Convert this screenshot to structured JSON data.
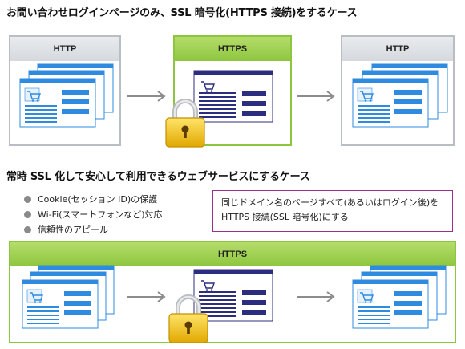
{
  "section1": {
    "heading": "お問い合わせログインページのみ、SSL 暗号化(HTTPS 接続)をするケース",
    "panels": [
      {
        "label": "HTTP",
        "style": "gray"
      },
      {
        "label": "HTTPS",
        "style": "green"
      },
      {
        "label": "HTTP",
        "style": "gray"
      }
    ]
  },
  "section2": {
    "heading": "常時 SSL 化して安心して利用できるウェブサービスにするケース",
    "bullets": [
      "Cookie(セッション ID)の保護",
      "Wi-Fi(スマートフォンなど)対応",
      "信頼性のアピール"
    ],
    "note": {
      "line1": "同じドメイン名のページすべて(あるいはログイン後)を",
      "line2": "HTTPS 接続(SSL 暗号化)にする"
    },
    "panel": {
      "label": "HTTPS",
      "style": "green"
    }
  },
  "icons": [
    "browser-window-icon",
    "shopping-cart-icon",
    "padlock-icon",
    "arrow-right-icon"
  ],
  "colors": {
    "window_blue": "#2e8be0",
    "window_navy": "#2c2d7e",
    "green_border": "#8cc63f",
    "gray_border": "#b9bec4",
    "lock_gold": "#f2c400",
    "note_border": "#9b2f8e"
  }
}
